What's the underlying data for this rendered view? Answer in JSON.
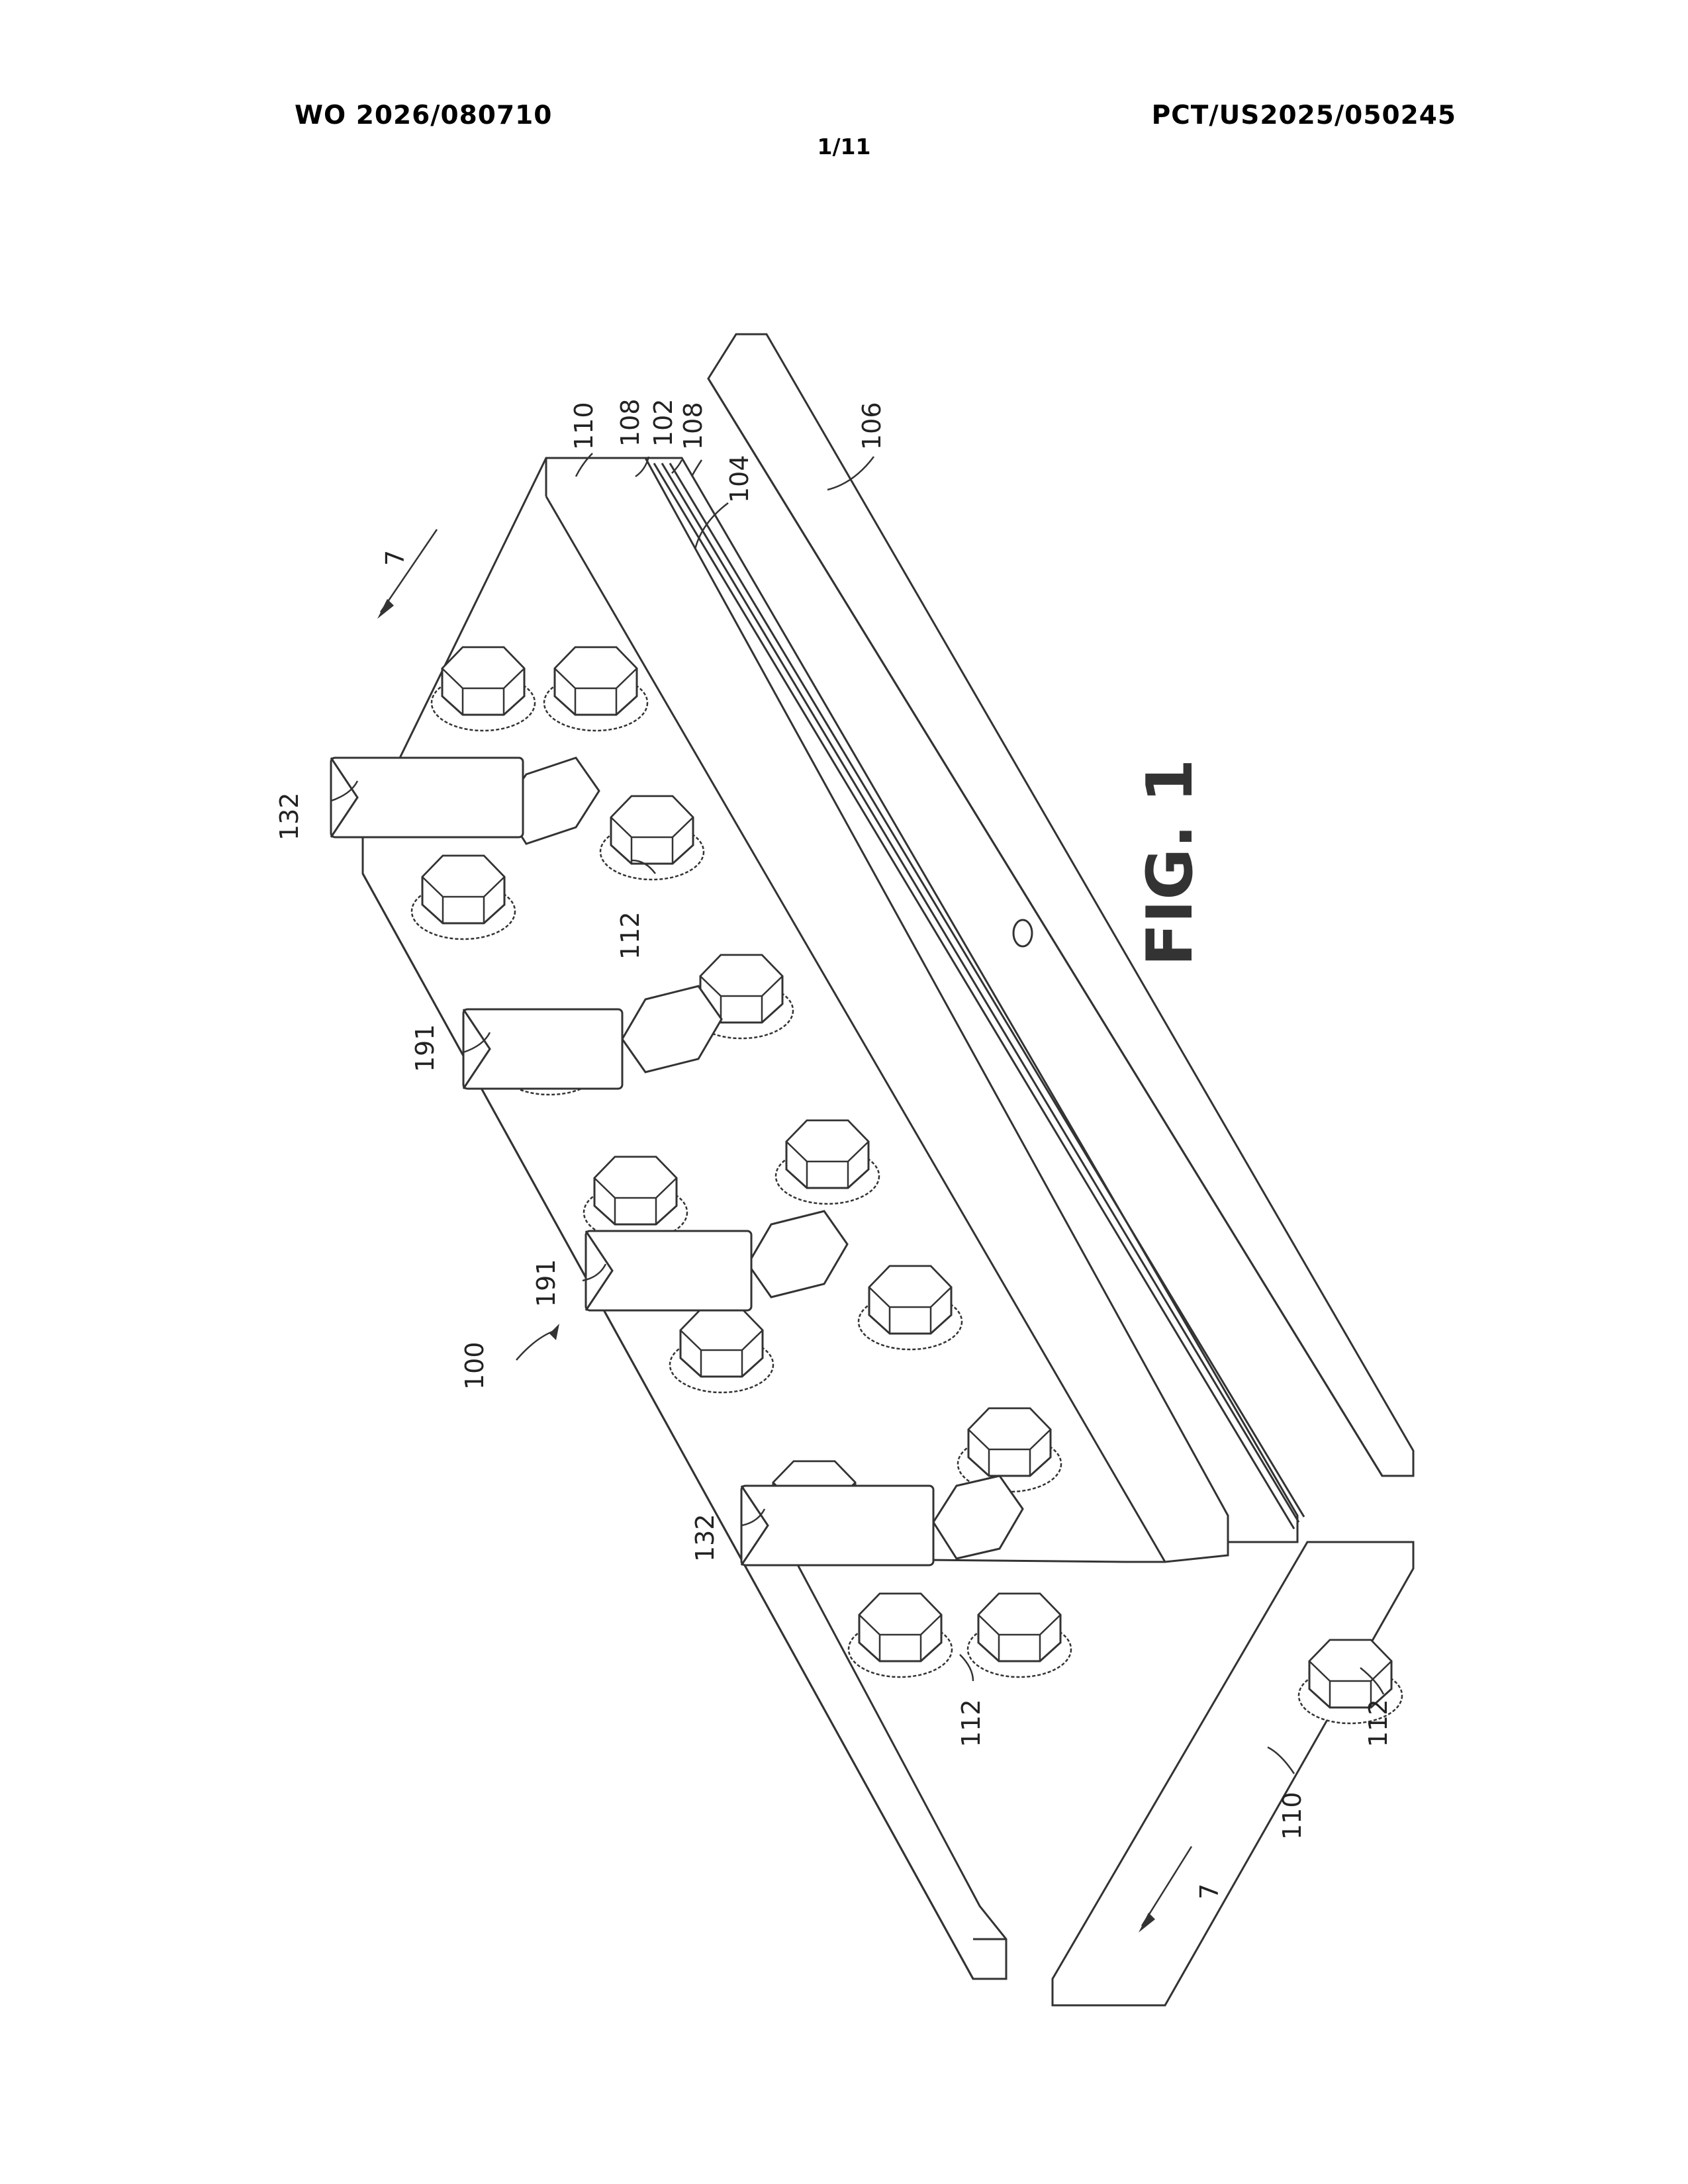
{
  "header": {
    "publication_number": "WO 2026/080710",
    "application_number": "PCT/US2025/050245",
    "sheet": "1/11"
  },
  "figure": {
    "caption": "FIG. 1",
    "section_marker": "7",
    "labels": {
      "assembly": "100",
      "top_plate": "110",
      "bottom_plate": "110",
      "gasket_upper": "108",
      "gasket_lower": "108",
      "membrane": "102",
      "middle_plate": "104",
      "base_plate": "106",
      "bolt_upper": "112",
      "bolt_lower": "112",
      "bolt_underside": "112",
      "port_upper": "132",
      "port_lower": "132",
      "port_mid_upper": "191",
      "port_mid_lower": "191"
    }
  }
}
